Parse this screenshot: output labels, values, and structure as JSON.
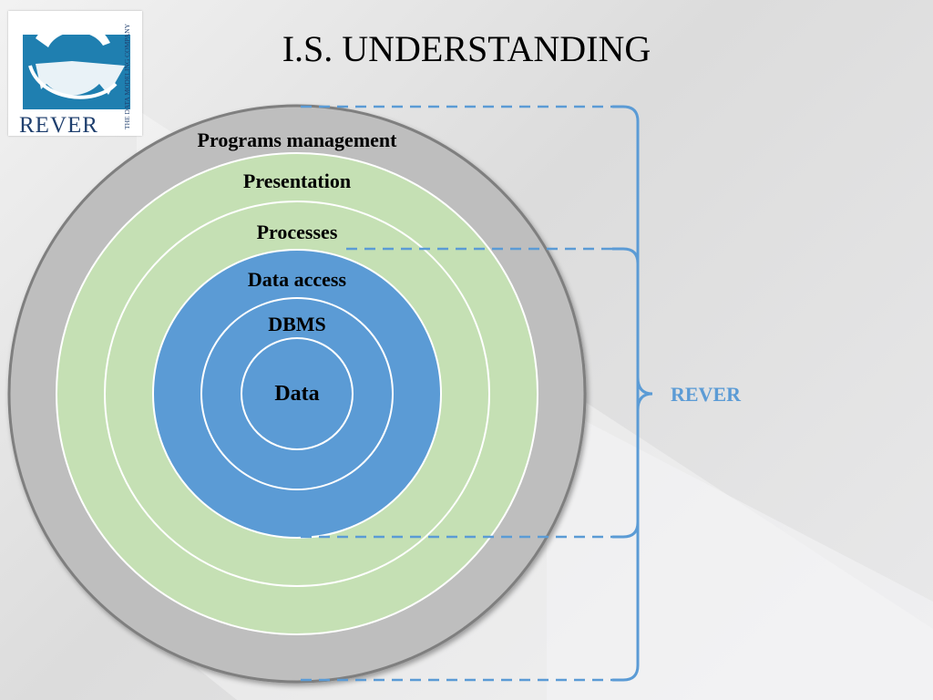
{
  "slide": {
    "title": "I.S. UNDERSTANDING"
  },
  "logo": {
    "wordmark": "REVER",
    "tagline": "THE DATA MODELING COMPANY"
  },
  "layers": [
    {
      "label": "Programs management",
      "color": "#bebebe"
    },
    {
      "label": "Presentation",
      "color": "#c5e0b4"
    },
    {
      "label": "Processes",
      "color": "#c5e0b4"
    },
    {
      "label": "Data access",
      "color": "#5b9bd5"
    },
    {
      "label": "DBMS",
      "color": "#5b9bd5"
    },
    {
      "label": "Data",
      "color": "#5b9bd5"
    }
  ],
  "bracket": {
    "label": "REVER",
    "color": "#5b9bd5"
  }
}
